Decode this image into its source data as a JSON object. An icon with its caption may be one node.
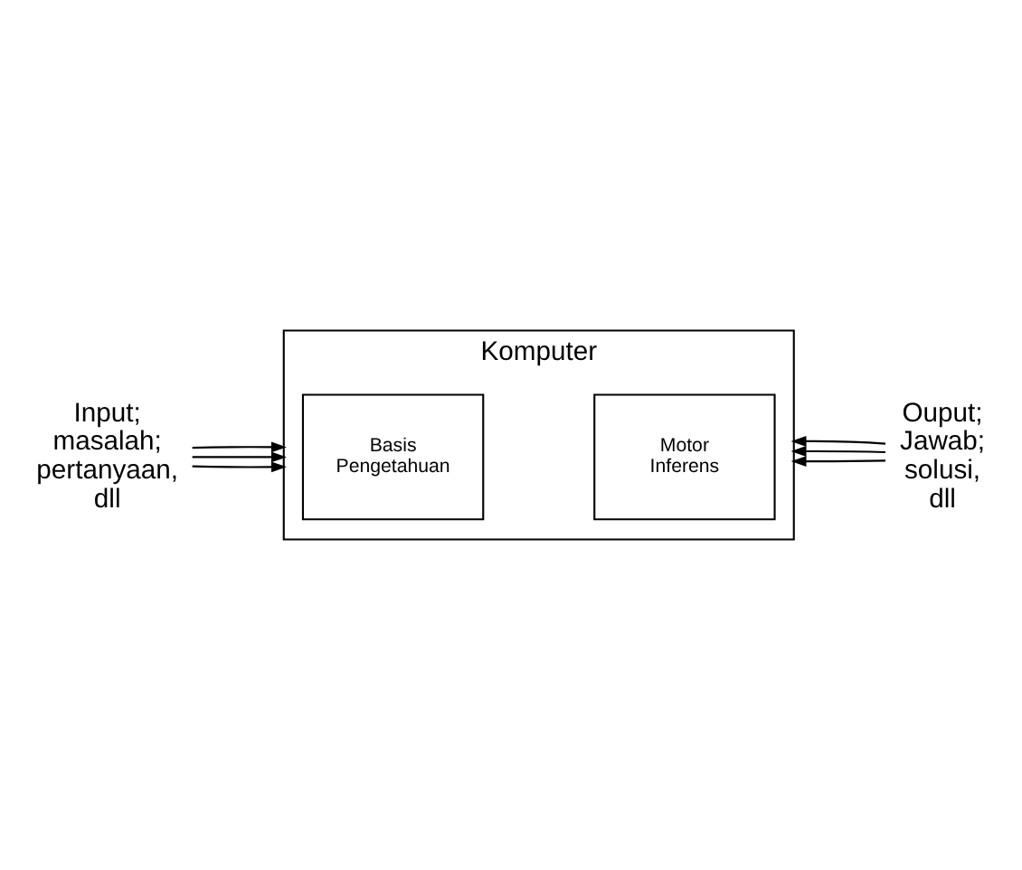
{
  "diagram": {
    "nodes": [
      {
        "text": [
          "Input; masalah; pertanyaan, dll"
        ]
      },
      {
        "text": [
          "Komputer"
        ]
      },
      {
        "text": [
          "Basis Pengetahuan"
        ],
        "in": 1
      },
      {
        "text": [
          "Motor Inferens"
        ],
        "in": 1
      },
      {
        "text": [
          "Ouput; Jawab; solusi, dll"
        ]
      }
    ],
    "edges": [
      {
        "from": 0,
        "to": 1,
        "arrow": "to"
      },
      {
        "from": 0,
        "to": 1,
        "arrow": "to"
      },
      {
        "from": 0,
        "to": 1,
        "arrow": "to"
      },
      {
        "from": 4,
        "to": 1,
        "arrow": "to"
      },
      {
        "from": 4,
        "to": 1,
        "arrow": "to"
      },
      {
        "from": 4,
        "to": 1,
        "arrow": "to"
      }
    ]
  }
}
